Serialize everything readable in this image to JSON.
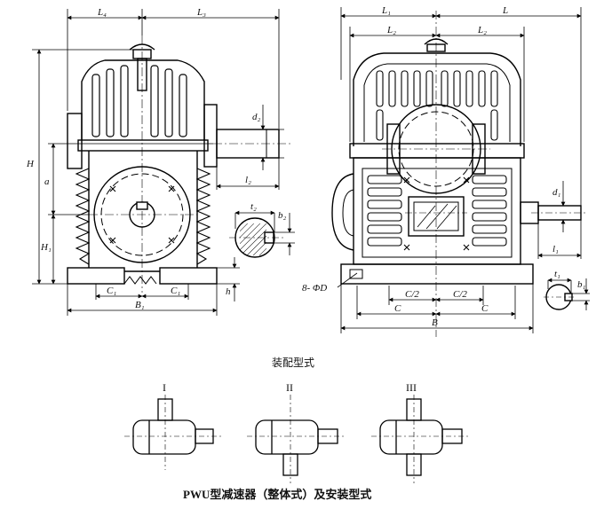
{
  "front_view": {
    "dims": {
      "L4": "L₄",
      "L3": "L₃",
      "H": "H",
      "a": "a",
      "H1": "H₁",
      "d2": "d₂",
      "l2": "l₂",
      "t2": "t₂",
      "b2": "b₂",
      "C1_left": "C₁",
      "C1_right": "C₁",
      "B1": "B₁",
      "h": "h"
    }
  },
  "side_view": {
    "dims": {
      "L1": "L₁",
      "L": "L",
      "L2_left": "L₂",
      "L2_right": "L₂",
      "d1": "d₁",
      "l1": "l₁",
      "t1": "t₁",
      "b1": "b₁",
      "bolts": "8- ΦD",
      "C2_left": "C/2",
      "C2_right": "C/2",
      "C_left": "C",
      "C_right": "C",
      "B": "B"
    }
  },
  "assembly": {
    "heading": "装配型式",
    "types": [
      {
        "label": "I",
        "shafts": [
          "up",
          "right"
        ]
      },
      {
        "label": "II",
        "shafts": [
          "down",
          "right"
        ]
      },
      {
        "label": "III",
        "shafts": [
          "up",
          "down",
          "right"
        ]
      }
    ]
  },
  "caption": "PWU型减速器（整体式）及安装型式"
}
